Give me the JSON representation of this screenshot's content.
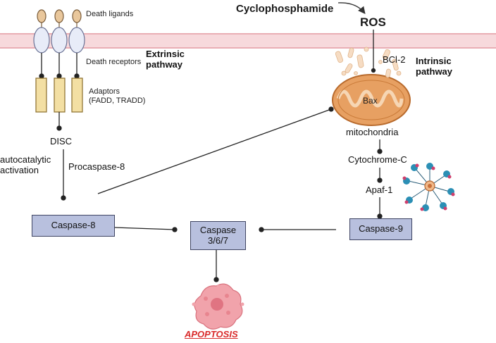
{
  "drug": "Cyclophosphamide",
  "ros": "ROS",
  "death_ligands": "Death ligands",
  "death_receptors": "Death receptors",
  "extrinsic": [
    "Extrinsic",
    "pathway"
  ],
  "adaptors": [
    "Adaptors",
    "(FADD, TRADD)"
  ],
  "disc": "DISC",
  "autocatalytic": [
    "autocatalytic",
    "activation"
  ],
  "procaspase8": "Procaspase-8",
  "bcl2": "BCl-2",
  "intrinsic": [
    "Intrinsic",
    "pathway"
  ],
  "bax": "Bax",
  "mitochondria": "mitochondria",
  "cytochrome_c": "Cytochrome-C",
  "apaf1": "Apaf-1",
  "caspase8": "Caspase-8",
  "caspase9": "Caspase-9",
  "caspase367": [
    "Caspase",
    "3/6/7"
  ],
  "apoptosis": "APOPTOSIS",
  "colors": {
    "membrane": "#f6d5d8",
    "box_fill": "#b8c0de",
    "box_border": "#3f4563",
    "mito": "#e39a5c",
    "adaptor": "#f3dfa3",
    "receptor": "#e6eaf7",
    "ligand": "#e9c79c",
    "apoptosis": "#d92b2b"
  }
}
